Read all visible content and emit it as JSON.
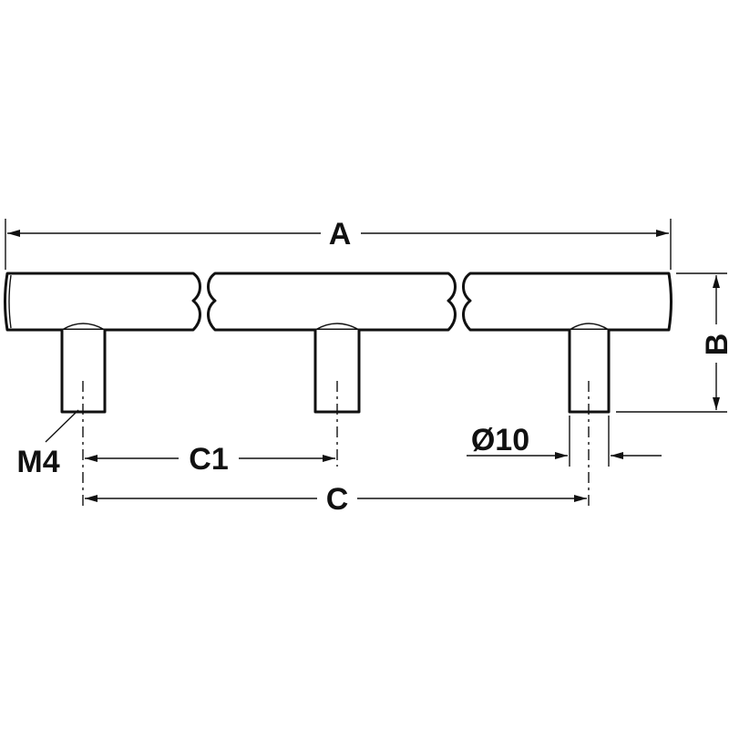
{
  "dimensions": {
    "overall_length": "A",
    "height": "B",
    "centre_distance_inner": "C1",
    "centre_distance": "C",
    "diameter": "Ø10",
    "thread": "M4"
  }
}
